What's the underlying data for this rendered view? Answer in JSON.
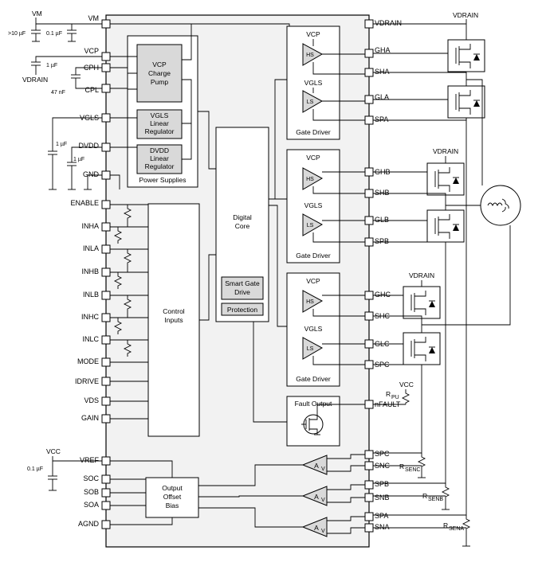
{
  "left_pins": [
    "VM",
    "VCP",
    "CPH",
    "CPL",
    "VGLS",
    "DVDD",
    "GND",
    "ENABLE",
    "INHA",
    "INLA",
    "INHB",
    "INLB",
    "INHC",
    "INLC",
    "MODE",
    "IDRIVE",
    "VDS",
    "GAIN",
    "VREF",
    "SOC",
    "SOB",
    "SOA",
    "AGND"
  ],
  "right_pins": [
    "VDRAIN",
    "GHA",
    "SHA",
    "GLA",
    "SPA",
    "GHB",
    "SHB",
    "GLB",
    "SPB",
    "GHC",
    "SHC",
    "GLC",
    "SPC",
    "nFAULT",
    "SPC",
    "SNC",
    "SPB",
    "SNB",
    "SPA",
    "SNA"
  ],
  "blocks": {
    "charge_pump": [
      "VCP",
      "Charge",
      "Pump"
    ],
    "vgls_reg": [
      "VGLS",
      "Linear",
      "Regulator"
    ],
    "dvdd_reg": [
      "DVDD",
      "Linear",
      "Regulator"
    ],
    "power_supplies": "Power Supplies",
    "control_inputs": [
      "Control",
      "Inputs"
    ],
    "digital_core": [
      "Digital",
      "Core"
    ],
    "smart_gate": [
      "Smart Gate",
      "Drive"
    ],
    "protection": "Protection",
    "gate_driver": "Gate Driver",
    "fault_output": "Fault Output",
    "output_offset": [
      "Output",
      "Offset",
      "Bias"
    ]
  },
  "driver_labels": {
    "vcp": "VCP",
    "vgls": "VGLS",
    "hs": "HS",
    "ls": "LS"
  },
  "external": {
    "vm": "VM",
    "c_vm1": ">10 µF",
    "c_vm2": "0.1 µF",
    "c_vcp": "1 µF",
    "vdrain_left": "VDRAIN",
    "c_cp": "47 nF",
    "c_vgls": "1 µF",
    "c_dvdd": "1 µF",
    "vdrain_top": "VDRAIN",
    "vdrain_b": "VDRAIN",
    "vdrain_c": "VDRAIN",
    "vcc_top": "VCC",
    "rpu": "R",
    "rpu_sub": "PU",
    "vcc_left": "VCC",
    "c_vref": "0.1 µF",
    "rsenc": "R",
    "rsenc_sub": "SENC",
    "rsenb": "R",
    "rsenb_sub": "SENB",
    "rsena": "R",
    "rsena_sub": "SENA",
    "amp": "A",
    "amp_sub": "V"
  }
}
